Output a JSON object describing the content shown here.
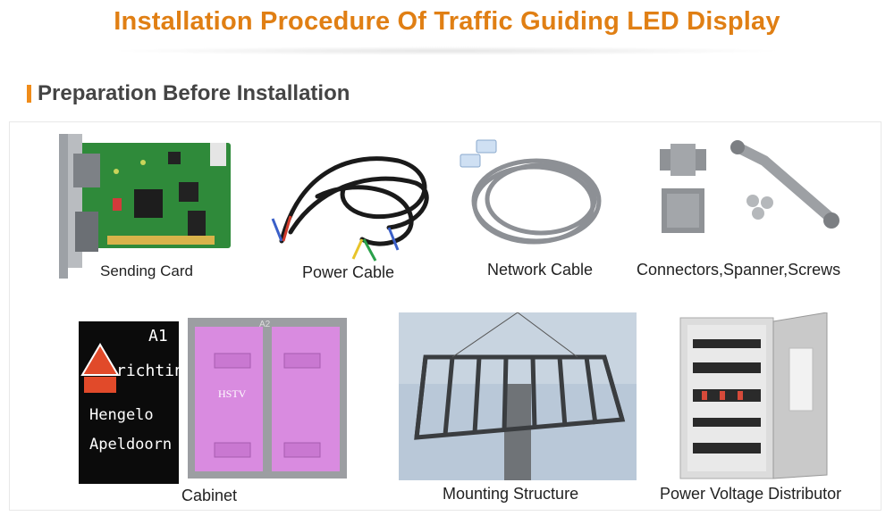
{
  "header": {
    "title": "Installation Procedure Of  Traffic Guiding LED Display"
  },
  "section": {
    "title": "Preparation Before Installation"
  },
  "items": [
    {
      "caption": "Sending Card"
    },
    {
      "caption": "Power Cable"
    },
    {
      "caption": "Network Cable"
    },
    {
      "caption": "Connectors,Spanner,Screws"
    },
    {
      "caption": "Cabinet"
    },
    {
      "caption": "Mounting Structure"
    },
    {
      "caption": "Power Voltage Distributor"
    }
  ],
  "sign": {
    "code": "A1",
    "line1": "richting",
    "line2": "Hengelo",
    "line3": "Apeldoorn",
    "panel_code": "A2",
    "panel_brand": "HSTV"
  },
  "colors": {
    "title": "#e07f14",
    "accent_bar": "#f08c1a",
    "pcb": "#2f8a3a",
    "cabinet_pink": "#d98be0"
  }
}
